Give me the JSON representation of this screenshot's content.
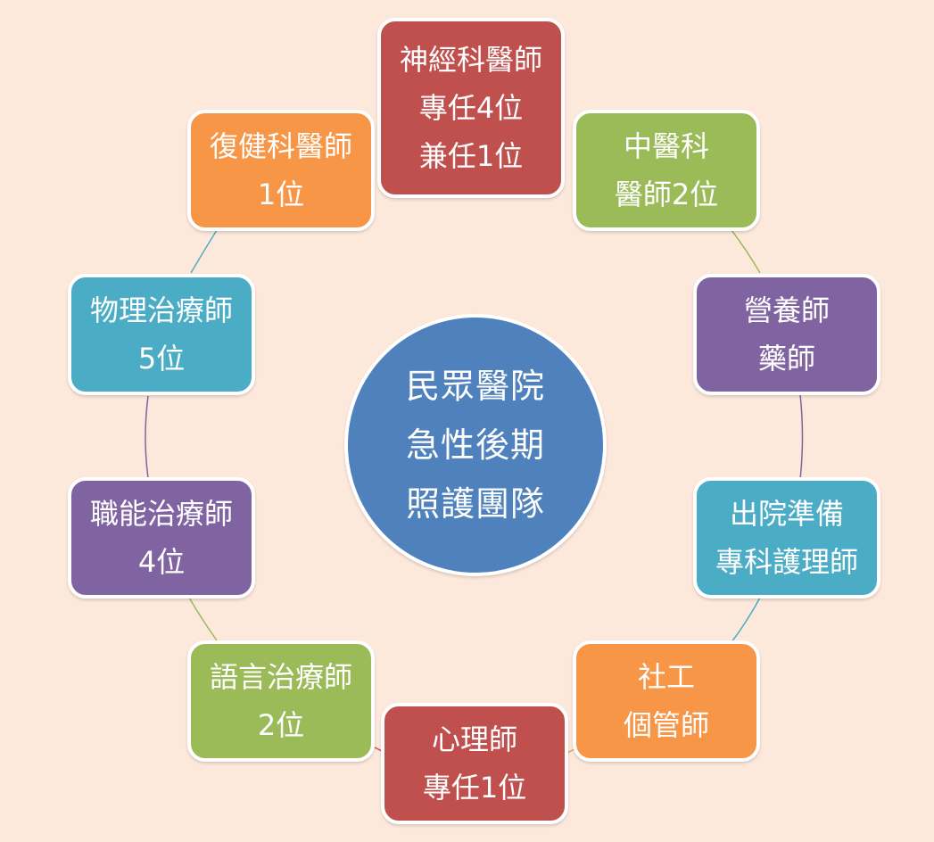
{
  "center": {
    "lines": [
      "民眾醫院",
      "急性後期",
      "照護團隊"
    ],
    "color": "#4f81bd"
  },
  "nodes": [
    {
      "id": "neurology",
      "lines": [
        "神經科醫師",
        "專任4位",
        "兼任1位"
      ],
      "color": "#c0504d"
    },
    {
      "id": "chinese-medicine",
      "lines": [
        "中醫科",
        "醫師2位"
      ],
      "color": "#9bbb59"
    },
    {
      "id": "nutrition-pharmacy",
      "lines": [
        "營養師",
        "藥師"
      ],
      "color": "#8064a2"
    },
    {
      "id": "discharge-nurse",
      "lines": [
        "出院準備",
        "專科護理師"
      ],
      "color": "#4bacc6"
    },
    {
      "id": "social-worker",
      "lines": [
        "社工",
        "個管師"
      ],
      "color": "#f79646"
    },
    {
      "id": "psychologist",
      "lines": [
        "心理師",
        "專任1位"
      ],
      "color": "#c0504d"
    },
    {
      "id": "speech-therapist",
      "lines": [
        "語言治療師",
        "2位"
      ],
      "color": "#9bbb59"
    },
    {
      "id": "occupational-therapist",
      "lines": [
        "職能治療師",
        "4位"
      ],
      "color": "#8064a2"
    },
    {
      "id": "physical-therapist",
      "lines": [
        "物理治療師",
        "5位"
      ],
      "color": "#4bacc6"
    },
    {
      "id": "rehabilitation",
      "lines": [
        "復健科醫師",
        "1位"
      ],
      "color": "#f79646"
    }
  ]
}
